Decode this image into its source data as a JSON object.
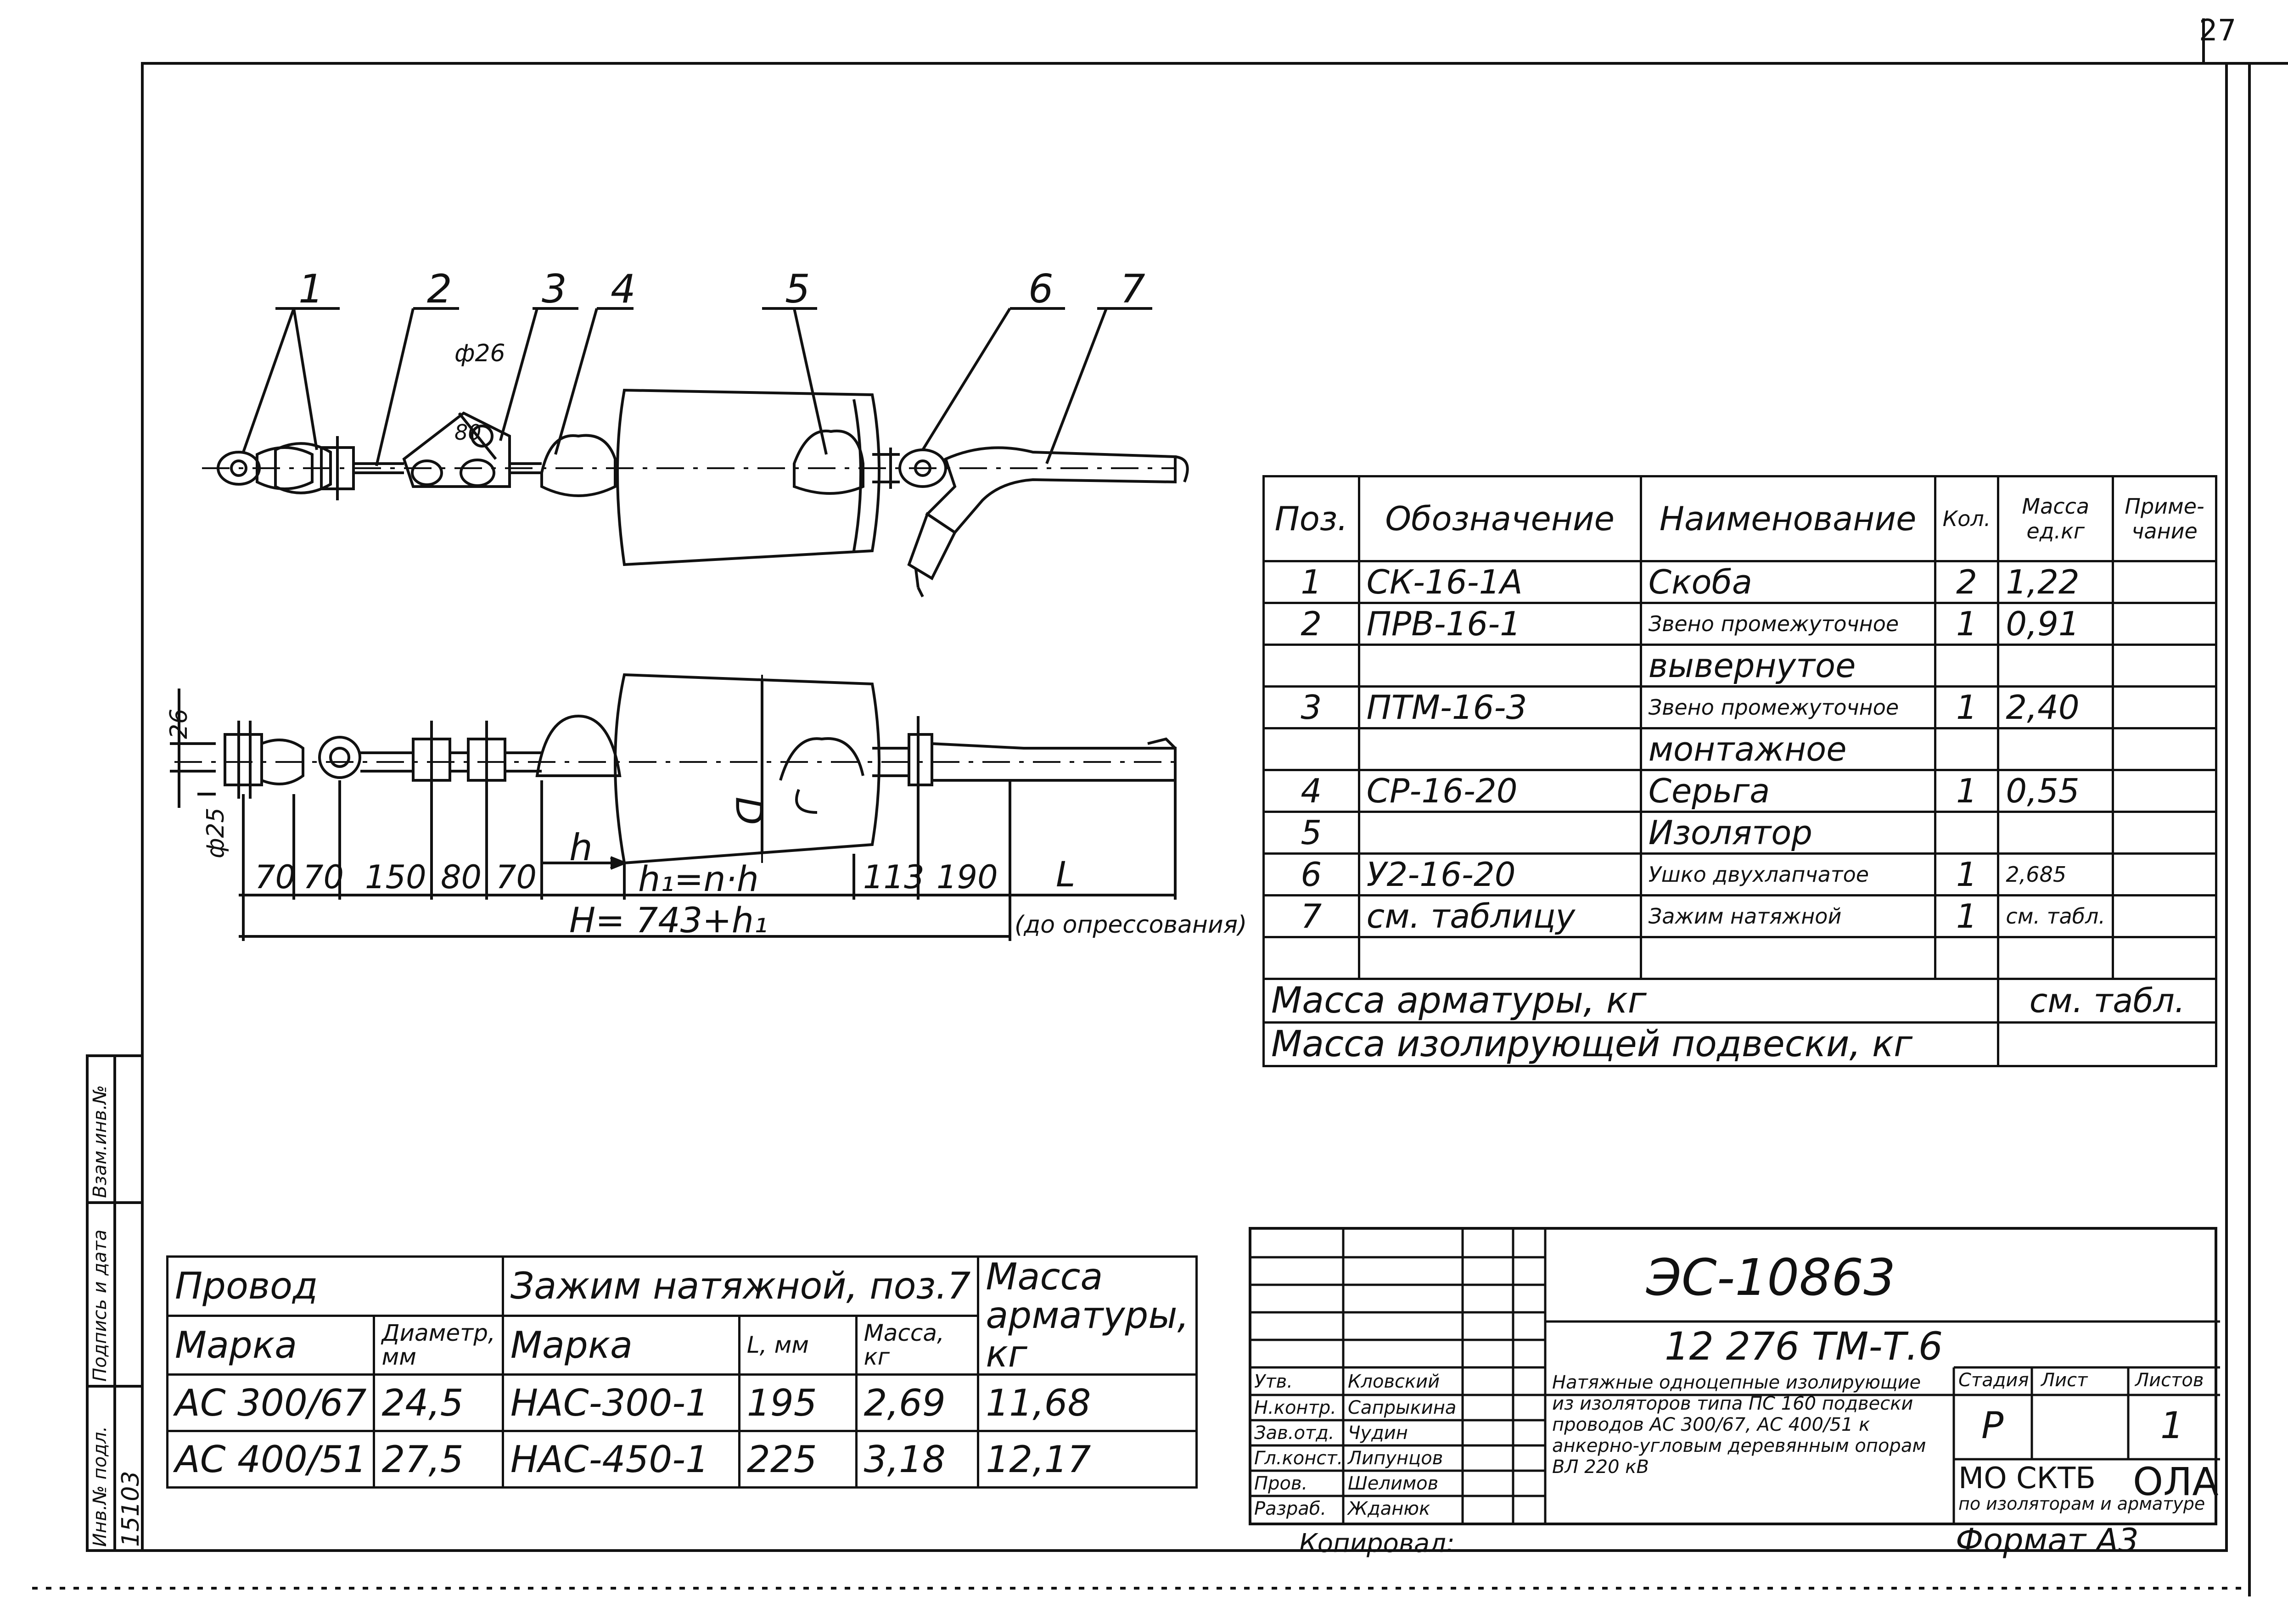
{
  "sheet_number": "27",
  "drawing": {
    "position_labels": [
      "1",
      "2",
      "3",
      "4",
      "5",
      "6",
      "7"
    ],
    "dim_hole": "ф26",
    "dim_80": "80",
    "dim_26": "26",
    "dim_25": "ф25",
    "dim_D": "D",
    "dim_h": "h",
    "dims": [
      "70",
      "70",
      "150",
      "80",
      "70",
      "113",
      "190"
    ],
    "dim_h1": "h₁=n·h",
    "dim_L": "L",
    "dim_H": "H= 743+h₁",
    "dim_note": "(до опрессования)"
  },
  "spec_table": {
    "headers": [
      "Поз.",
      "Обозначение",
      "Наименование",
      "Кол.",
      "Масса ед.кг",
      "Приме-чание"
    ],
    "rows": [
      [
        "1",
        "СК-16-1А",
        "Скоба",
        "2",
        "1,22",
        ""
      ],
      [
        "2",
        "ПРВ-16-1",
        "Звено промежуточное",
        "1",
        "0,91",
        ""
      ],
      [
        "",
        "",
        "вывернутое",
        "",
        "",
        ""
      ],
      [
        "3",
        "ПТМ-16-3",
        "Звено промежуточное",
        "1",
        "2,40",
        ""
      ],
      [
        "",
        "",
        "монтажное",
        "",
        "",
        ""
      ],
      [
        "4",
        "СР-16-20",
        "Серьга",
        "1",
        "0,55",
        ""
      ],
      [
        "5",
        "",
        "Изолятор",
        "",
        "",
        ""
      ],
      [
        "6",
        "У2-16-20",
        "Ушко двухлапчатое",
        "1",
        "2,685",
        ""
      ],
      [
        "7",
        "см. таблицу",
        "Зажим натяжной",
        "1",
        "см. табл.",
        ""
      ],
      [
        "",
        "",
        "",
        "",
        "",
        ""
      ]
    ],
    "mass_armature_label": "Масса арматуры, кг",
    "mass_armature_value": "см. табл.",
    "mass_insulating_label": "Масса изолирующей подвески, кг"
  },
  "wire_table": {
    "h_wire": "Провод",
    "h_clamp": "Зажим натяжной, поз.7",
    "h_mass": "Масса арматуры, кг",
    "h_mark": "Марка",
    "h_diam": "Диаметр, мм",
    "h_mark2": "Марка",
    "h_L": "L, мм",
    "h_massc": "Масса, кг",
    "rows": [
      [
        "АС 300/67",
        "24,5",
        "НАС-300-1",
        "195",
        "2,69",
        "11,68"
      ],
      [
        "АС 400/51",
        "27,5",
        "НАС-450-1",
        "225",
        "3,18",
        "12,17"
      ]
    ]
  },
  "title_block": {
    "code": "ЭС-10863",
    "subcode": "12 276 ТМ-Т.6",
    "roles": [
      "Утв.",
      "Н.контр.",
      "Зав.отд.",
      "Гл.конст.",
      "Пров.",
      "Разраб."
    ],
    "names": [
      "Кловский",
      "Сапрыкина",
      "Чудин",
      "Липунцов",
      "Шелимов",
      "Жданюк"
    ],
    "description": "Натяжные одноцепные изолирующие из изоляторов типа ПС 160 подвески проводов АС 300/67, АС 400/51 к анкерно-угловым деревянным опорам ВЛ 220 кВ",
    "stage_label": "Стадия",
    "sheet_label": "Лист",
    "sheets_label": "Листов",
    "stage": "Р",
    "sheets": "1",
    "org": "МО СКТБ",
    "org_sub": "по изоляторам и арматуре",
    "org_logo": "ОЛА",
    "copied": "Копировал:",
    "format": "Формат А3"
  },
  "side_strip": {
    "labels": [
      "Инв.№ подл.",
      "Подпись и дата",
      "Взам.инв.№"
    ],
    "inv_number": "15103"
  }
}
